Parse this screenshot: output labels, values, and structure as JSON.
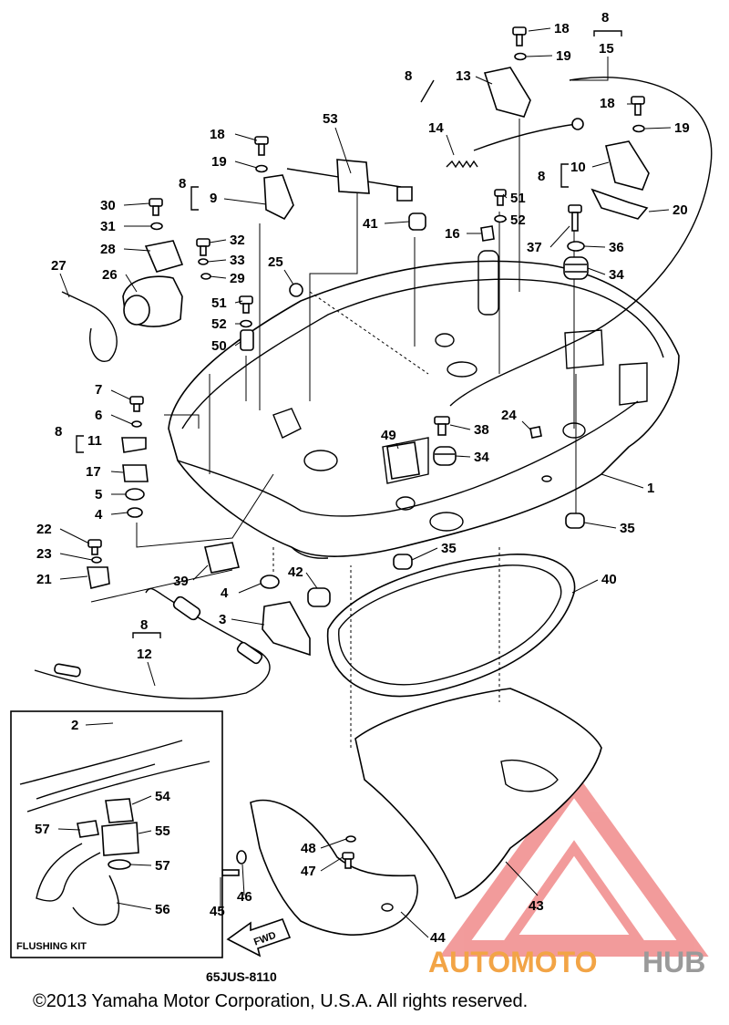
{
  "diagram": {
    "drawing_code": "65JUS-8110",
    "copyright": "©2013 Yamaha Motor Corporation, U.S.A. All rights reserved.",
    "inset_title": "FLUSHING KIT",
    "fwd_label": "FWD",
    "watermark": {
      "part1": "AUTOMOTO",
      "part2": "HUB",
      "color_orange": "#f2a446",
      "color_grey": "#9a9a9a",
      "color_red": "#e84a4a"
    },
    "labels": {
      "p1": "1",
      "p2": "2",
      "p3": "3",
      "p4a": "4",
      "p4b": "4",
      "p5": "5",
      "p6": "6",
      "p7": "7",
      "p8_9": "8",
      "p9": "9",
      "p8_10": "8",
      "p10": "10",
      "p8_11": "8",
      "p11": "11",
      "p8_12": "8",
      "p12": "12",
      "p8_13": "8",
      "p13": "13",
      "p14": "14",
      "p8_15": "8",
      "p15": "15",
      "p16": "16",
      "p17": "17",
      "p18a": "18",
      "p18b": "18",
      "p18c": "18",
      "p19a": "19",
      "p19b": "19",
      "p19c": "19",
      "p20": "20",
      "p21": "21",
      "p22": "22",
      "p23": "23",
      "p24": "24",
      "p25": "25",
      "p26": "26",
      "p27": "27",
      "p28": "28",
      "p29": "29",
      "p30": "30",
      "p31": "31",
      "p32": "32",
      "p33": "33",
      "p34a": "34",
      "p34b": "34",
      "p35a": "35",
      "p35b": "35",
      "p36": "36",
      "p37": "37",
      "p38": "38",
      "p39": "39",
      "p40": "40",
      "p41": "41",
      "p42": "42",
      "p43": "43",
      "p44": "44",
      "p45": "45",
      "p46": "46",
      "p47": "47",
      "p48": "48",
      "p49": "49",
      "p50": "50",
      "p51a": "51",
      "p51b": "51",
      "p52a": "52",
      "p52b": "52",
      "p53": "53",
      "p54": "54",
      "p55": "55",
      "p56": "56",
      "p57a": "57",
      "p57b": "57"
    }
  }
}
